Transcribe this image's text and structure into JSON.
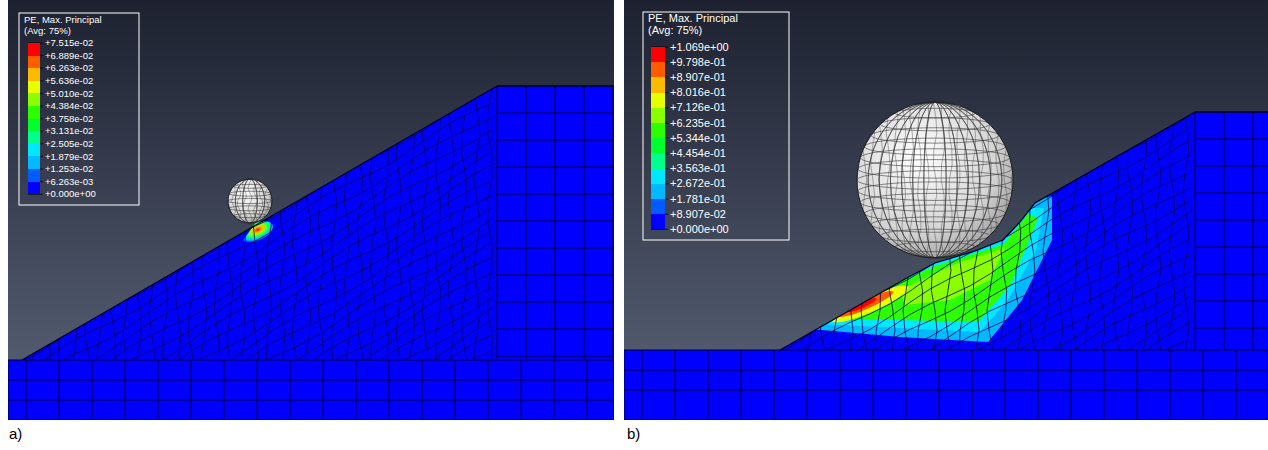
{
  "diagram": {
    "labels": [
      "PE, Max. Principal",
      "(Avg: 75%)",
      "+0.000e+00",
      "a)",
      "PE, Max. Principal",
      "(Avg: 75%)",
      "+0.000e+00",
      "b)"
    ],
    "legend": [
      {
        "text": "+7.515e-02",
        "color": "#ff0000"
      },
      {
        "text": "+6.889e-02",
        "color": "#ff5c00"
      },
      {
        "text": "+6.263e-02",
        "color": "#ffb900"
      },
      {
        "text": "+5.636e-02",
        "color": "#e8ff00"
      },
      {
        "text": "+5.010e-02",
        "color": "#8bff00"
      },
      {
        "text": "+4.384e-02",
        "color": "#2eff00"
      },
      {
        "text": "+3.758e-02",
        "color": "#00ff2e"
      },
      {
        "text": "+3.131e-02",
        "color": "#00ff8b"
      },
      {
        "text": "+2.505e-02",
        "color": "#00e8ff"
      },
      {
        "text": "+1.879e-02",
        "color": "#00b9ff"
      },
      {
        "text": "+1.253e-02",
        "color": "#005cff"
      },
      {
        "text": "+6.263e-03",
        "color": "#0000ff"
      },
      {
        "text": "+1.069e+00",
        "color": "#ff0000"
      },
      {
        "text": "+9.798e-01",
        "color": "#ff5c00"
      },
      {
        "text": "+8.907e-01",
        "color": "#ffb900"
      },
      {
        "text": "+8.016e-01",
        "color": "#e8ff00"
      },
      {
        "text": "+7.126e-01",
        "color": "#8bff00"
      },
      {
        "text": "+6.235e-01",
        "color": "#2eff00"
      },
      {
        "text": "+5.344e-01",
        "color": "#00ff2e"
      },
      {
        "text": "+4.454e-01",
        "color": "#00ff8b"
      },
      {
        "text": "+3.563e-01",
        "color": "#00e8ff"
      },
      {
        "text": "+2.672e-01",
        "color": "#00b9ff"
      },
      {
        "text": "+1.781e-01",
        "color": "#005cff"
      },
      {
        "text": "+8.907e-02",
        "color": "#0000ff"
      }
    ]
  }
}
